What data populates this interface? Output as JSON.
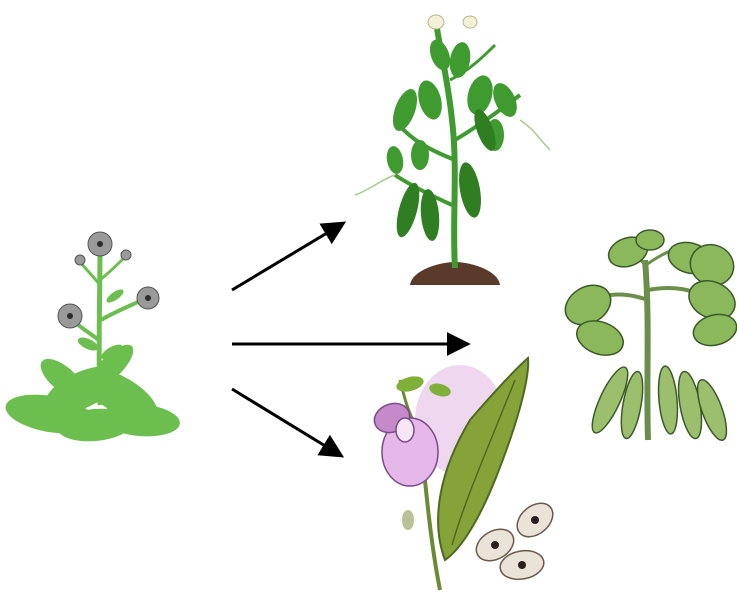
{
  "diagram": {
    "background": "#ffffff",
    "arrow_color": "#000000",
    "nodes": [
      {
        "id": "source",
        "icon": "arabidopsis-plant-icon",
        "colors": {
          "leaf": "#6cbf4f",
          "flower": "#9a9a9a"
        }
      },
      {
        "id": "target-top",
        "icon": "pea-plant-icon",
        "colors": {
          "leaf": "#3f9a2f",
          "soil": "#5a3b2b"
        }
      },
      {
        "id": "target-right",
        "icon": "soybean-plant-icon",
        "colors": {
          "leaf": "#8ab85a",
          "outline": "#3a5a2a"
        }
      },
      {
        "id": "target-bottom",
        "icon": "cowpea-plant-icon",
        "colors": {
          "flower": "#c78ac8",
          "pod": "#86a33a",
          "seed": "#eae3d7"
        }
      }
    ],
    "arrows": [
      {
        "from": "source",
        "to": "target-top"
      },
      {
        "from": "source",
        "to": "target-right"
      },
      {
        "from": "source",
        "to": "target-bottom"
      }
    ]
  }
}
